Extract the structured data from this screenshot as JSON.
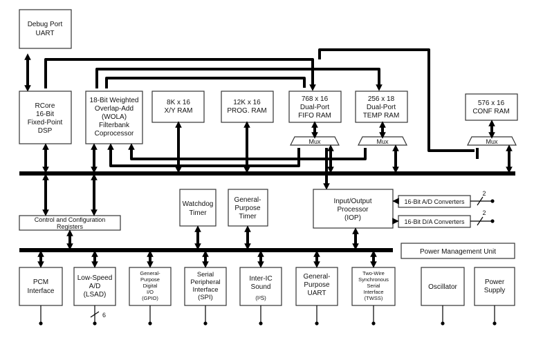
{
  "blocks": {
    "debug_uart": [
      "Debug Port",
      "UART"
    ],
    "rcore": [
      "RCore",
      "16-Bit",
      "Fixed-Point",
      "DSP"
    ],
    "wola": [
      "18-Bit Weighted",
      "Overlap-Add",
      "(WOLA)",
      "Filterbank",
      "Coprocessor"
    ],
    "xy_ram": [
      "8K x 16",
      "X/Y RAM"
    ],
    "prog_ram": [
      "12K x 16",
      "PROG. RAM"
    ],
    "fifo_ram": [
      "768 x 16",
      "Dual-Port",
      "FIFO RAM"
    ],
    "temp_ram": [
      "256 x 18",
      "Dual-Port",
      "TEMP RAM"
    ],
    "conf_ram": [
      "576 x 16",
      "CONF RAM"
    ],
    "mux1": "Mux",
    "mux2": "Mux",
    "mux3": "Mux",
    "iop": [
      "Input/Output",
      "Processor",
      "(IOP)"
    ],
    "ad_conv": "16-Bit A/D Converters",
    "da_conv": "16-Bit D/A Converters",
    "ad_count": "2",
    "da_count": "2",
    "ccr": [
      "Control and Configuration",
      "Registers"
    ],
    "watchdog": [
      "Watchdog",
      "Timer"
    ],
    "gp_timer": [
      "General-",
      "Purpose",
      "Timer"
    ],
    "pmu": "Power Management Unit",
    "pcm": [
      "PCM",
      "Interface"
    ],
    "lsad": [
      "Low-Speed",
      "A/D",
      "(LSAD)"
    ],
    "lsad_count": "6",
    "gpio": [
      "General-",
      "Purpose",
      "Digital",
      "I/O",
      "(GPIO)"
    ],
    "spi": [
      "Serial",
      "Peripheral",
      "Interface",
      "(SPI)"
    ],
    "i2s": [
      "Inter-IC",
      "Sound"
    ],
    "i2s_abbr": "(I²S)",
    "gp_uart": [
      "General-",
      "Purpose",
      "UART"
    ],
    "twss": [
      "Two-Wire",
      "Synchronous",
      "Serial",
      "Interface",
      "(TWSS)"
    ],
    "oscillator": "Oscillator",
    "power_supply": [
      "Power",
      "Supply"
    ]
  }
}
